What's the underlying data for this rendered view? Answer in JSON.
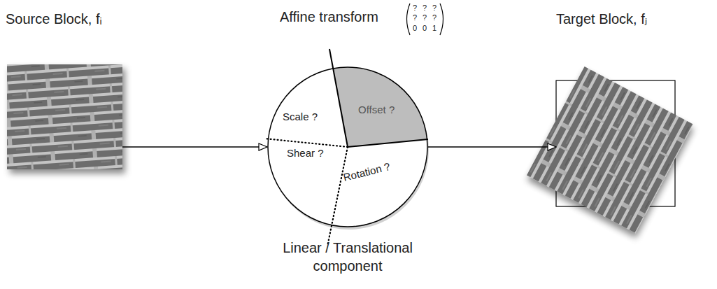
{
  "diagram": {
    "nodes": [
      {
        "text": [
          "Source Block, fᵢ"
        ]
      },
      {
        "text": [
          "Linear / Translational component"
        ]
      },
      {
        "text": [
          "Scale ?"
        ],
        "in": 1
      },
      {
        "text": [
          "Offset ?"
        ],
        "in": 1
      },
      {
        "text": [
          "Shear ?"
        ],
        "in": 1
      },
      {
        "text": [
          "Rotation ?"
        ],
        "in": 1
      },
      {
        "text": [
          "Target Block, fⱼ"
        ]
      }
    ],
    "edges": [
      {
        "from": 0,
        "to": 1,
        "arrow": "to"
      },
      {
        "from": 1,
        "to": 6,
        "arrow": "to"
      }
    ],
    "labels": [
      "Affine transform",
      "?",
      "?",
      "?",
      "?",
      "?",
      "?",
      "0",
      "0",
      "1"
    ]
  }
}
